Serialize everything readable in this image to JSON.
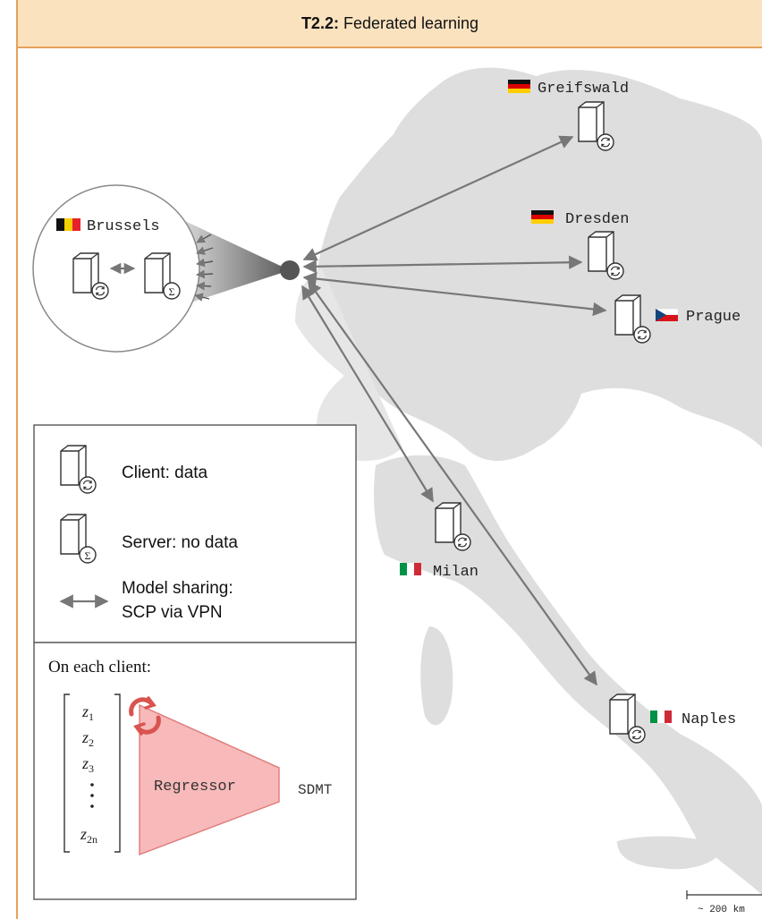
{
  "header": {
    "task_id": "T2.2:",
    "title": "Federated learning"
  },
  "hub": {
    "name": "Brussels"
  },
  "clients": [
    {
      "name": "Greifswald"
    },
    {
      "name": "Dresden"
    },
    {
      "name": "Prague"
    },
    {
      "name": "Milan"
    },
    {
      "name": "Naples"
    }
  ],
  "legend": {
    "client": "Client: data",
    "server": "Server: no data",
    "sharing_line1": "Model sharing:",
    "sharing_line2": "SCP via VPN",
    "server_symbol": "Σ"
  },
  "client_model": {
    "heading": "On each client:",
    "vector": [
      "z",
      "z",
      "z",
      "z"
    ],
    "subscripts": [
      "1",
      "2",
      "3",
      "2n"
    ],
    "regressor": "Regressor",
    "output": "SDMT"
  },
  "scale": {
    "label": "~ 200 km"
  },
  "colors": {
    "header_bg": "#fbe2bf",
    "header_border": "#e5a15c",
    "map": "#dedede",
    "arrow": "#777777",
    "regressor_fill": "#f7b9b9",
    "regressor_stroke": "#e07a7a",
    "refresh_icon": "#d9534f"
  }
}
